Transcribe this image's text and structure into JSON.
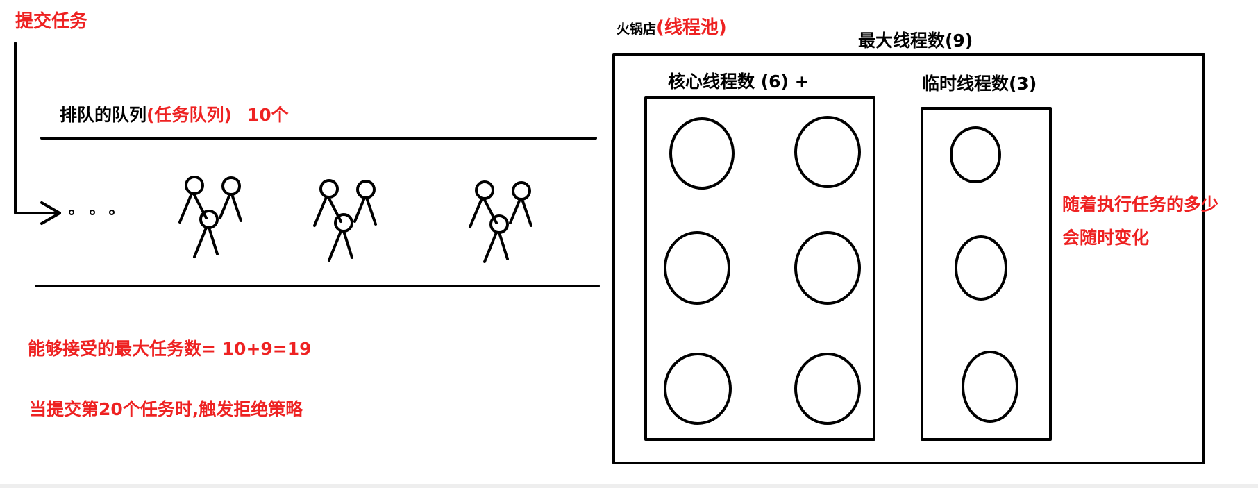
{
  "colors": {
    "accent": "#ee2222",
    "ink": "#000000",
    "background": "#ffffff"
  },
  "labels": {
    "submit_task": "提交任务",
    "queue_prefix": "排队的队列",
    "queue_suffix": "(任务队列)",
    "queue_capacity": "10个",
    "restaurant": "火锅店",
    "thread_pool": "(线程池)",
    "max_threads": "最大线程数(9)",
    "core_threads": "核心线程数 (6) +",
    "temp_threads": "临时线程数(3)",
    "temp_note_line1": "随着执行任务的多少",
    "temp_note_line2": "会随时变化",
    "max_tasks": "能够接受的最大任务数= 10+9=19",
    "reject_policy": "当提交第20个任务时,触发拒绝策略",
    "queue_ellipsis": "。。。"
  },
  "queue": {
    "capacity": 10,
    "people_groups_drawn": 3
  },
  "pool": {
    "max": 9,
    "core": 6,
    "temporary": 3
  }
}
